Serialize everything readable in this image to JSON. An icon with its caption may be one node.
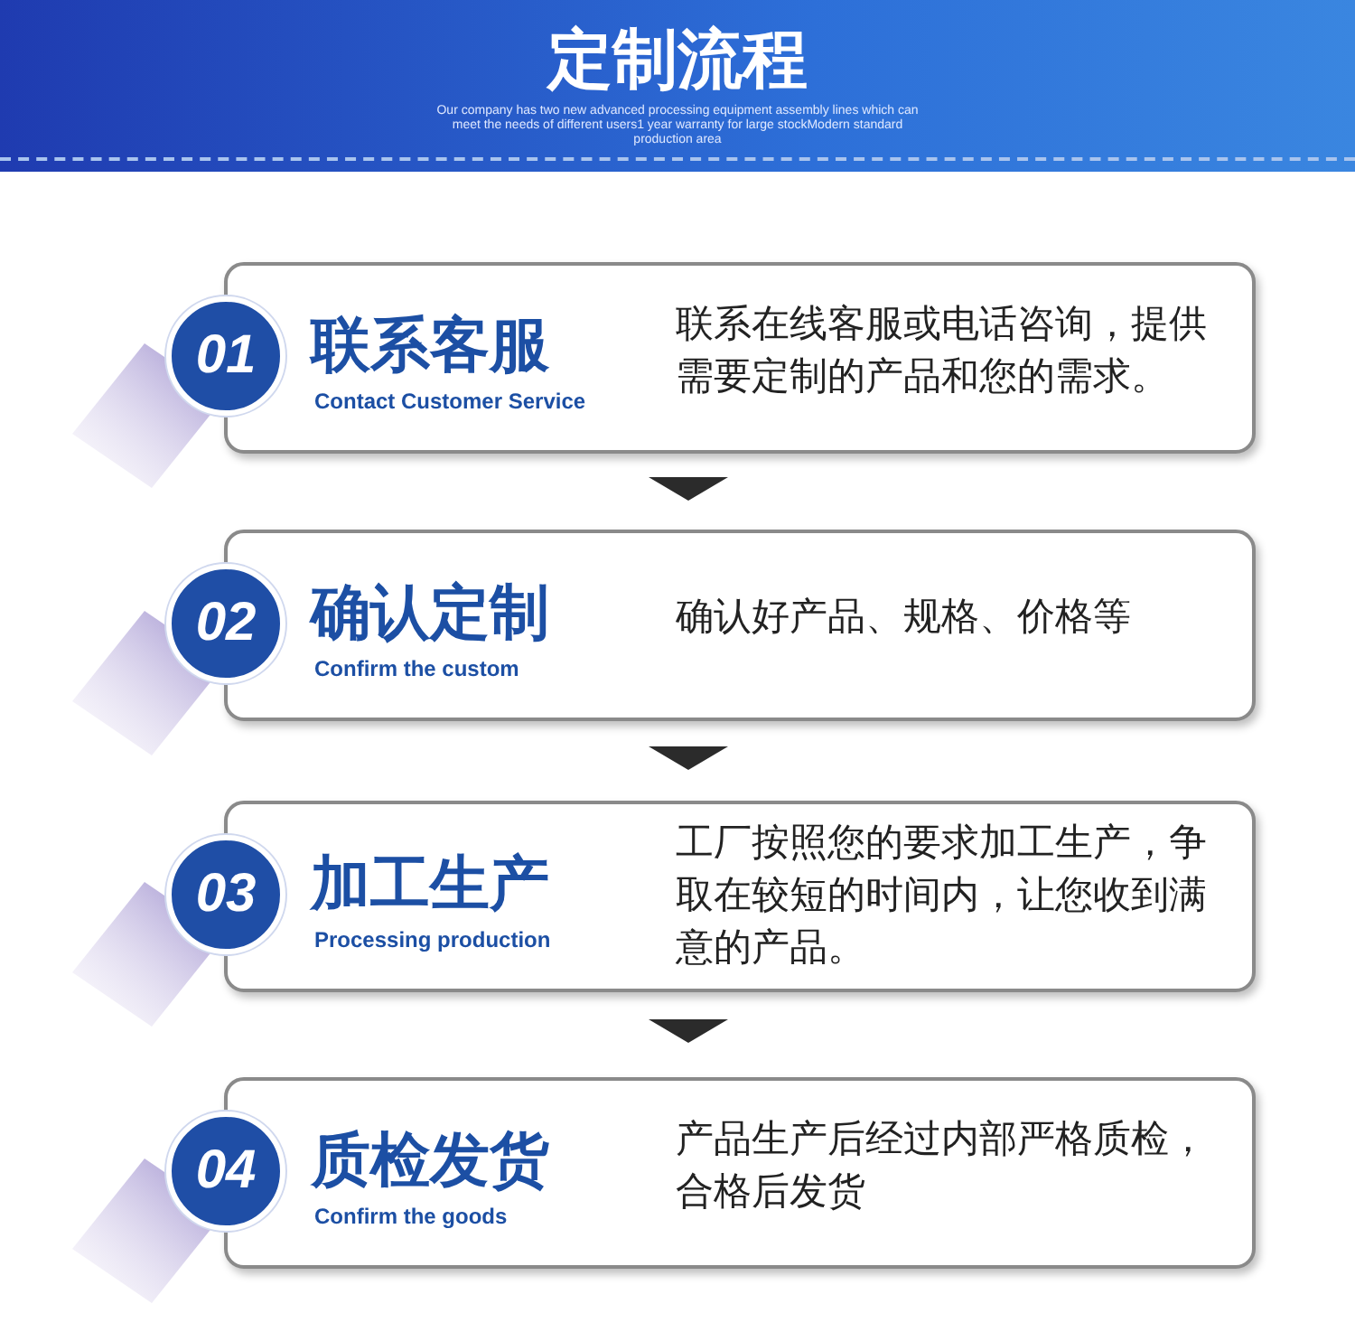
{
  "diagram": {
    "title": "定制流程",
    "labels": [
      "Our company has two new advanced processing equipment assembly lines which can meet the needs of different users1 year warranty for large stockModern standard production area"
    ],
    "nodes": [
      {
        "text": [
          "01"
        ]
      },
      {
        "text": [
          "联系客服",
          "Contact Customer Service",
          "联系在线客服或电话咨询，提供需要定制的产品和您的需求。"
        ]
      },
      {
        "text": [
          "02"
        ]
      },
      {
        "text": [
          "确认定制",
          "Confirm the custom",
          "确认好产品、规格、价格等"
        ]
      },
      {
        "text": [
          "03"
        ]
      },
      {
        "text": [
          "加工生产",
          "Processing production",
          "工厂按照您的要求加工生产，争取在较短的时间内，让您收到满意的产品。"
        ]
      },
      {
        "text": [
          "04"
        ]
      },
      {
        "text": [
          "质检发货",
          "Confirm the goods",
          "产品生产后经过内部严格质检，合格后发货"
        ]
      }
    ],
    "edges": [
      {
        "from": 1,
        "to": 3,
        "arrow": "to"
      },
      {
        "from": 3,
        "to": 5,
        "arrow": "to"
      },
      {
        "from": 5,
        "to": 7,
        "arrow": "to"
      }
    ]
  }
}
